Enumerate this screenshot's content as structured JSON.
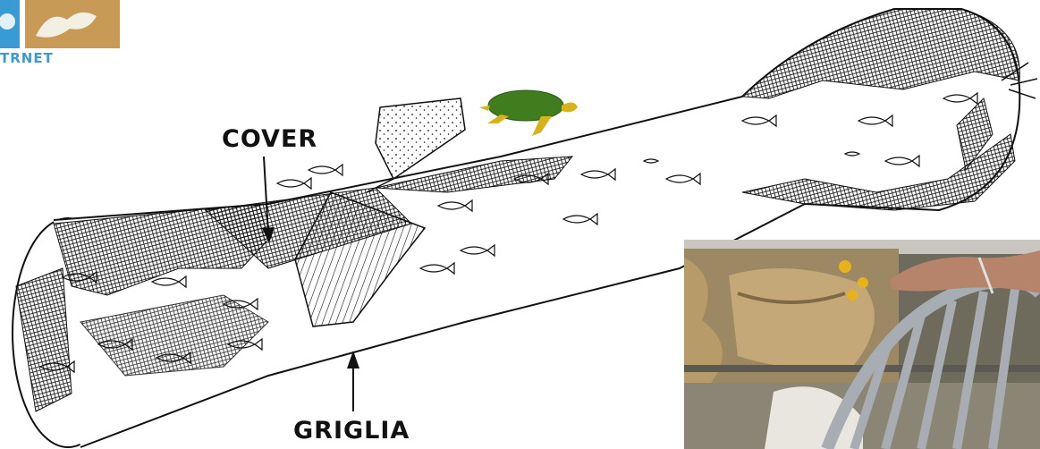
{
  "labels": {
    "cover": "COVER",
    "griglia": "GRIGLIA"
  },
  "logo": {
    "text": "TRNET"
  },
  "colors": {
    "ink": "#111111",
    "turtle_shell": "#3f7d1e",
    "turtle_body": "#d8b21a",
    "logo_blue": "#3a9bd4",
    "logo_tan": "#c79a55",
    "photo_bg": "#6e6a5c",
    "net_tan": "#b79c6a",
    "float_yellow": "#e8b21b",
    "grid_steel": "#a7adb3"
  }
}
